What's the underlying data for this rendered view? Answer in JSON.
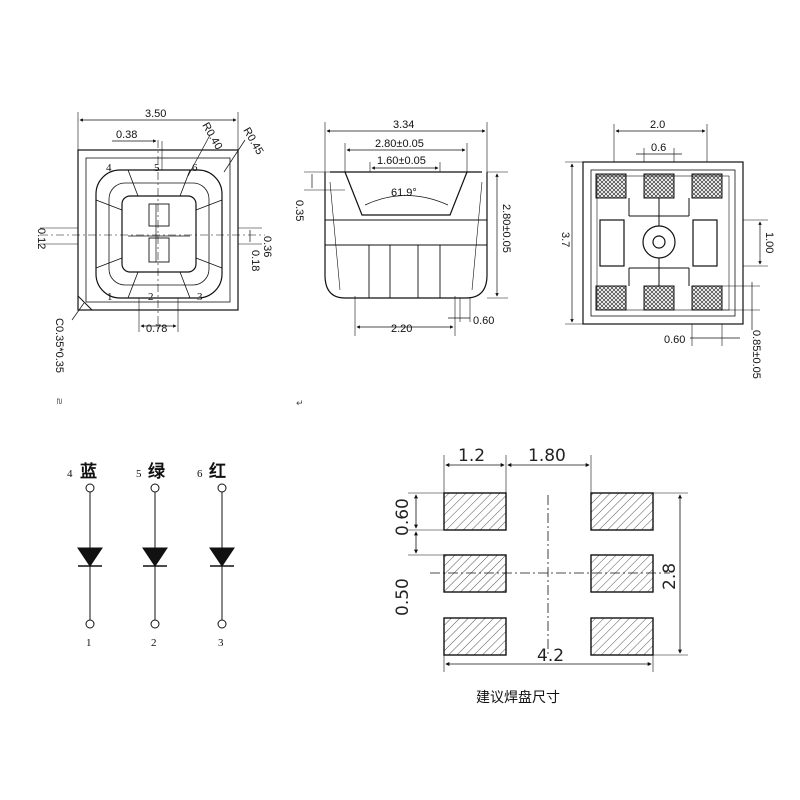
{
  "top_view": {
    "width": "3.50",
    "notch": "0.38",
    "radius_a": "R0.40",
    "radius_b": "R0.45",
    "left_offset": "0.12",
    "right_a": "0.18",
    "right_b": "0.36",
    "bottom": "0.78",
    "chamfer": "C0.35*0.35",
    "chamfer_suffix": "ㄹ",
    "pins": [
      "1",
      "2",
      "3",
      "4",
      "5",
      "6"
    ],
    "carriage_mark": "↵"
  },
  "side_view": {
    "width_total": "3.34",
    "width_mid": "2.80±0.05",
    "width_top": "1.60±0.05",
    "angle": "61.9°",
    "height_step": "0.35",
    "height": "2.80±0.05",
    "pad_pitch": "2.20",
    "pad_width": "0.60"
  },
  "bottom_view": {
    "pitch": "2.0",
    "pad_w": "0.6",
    "height": "3.7",
    "gap": "1.00",
    "pad_w2": "0.60",
    "pad_h": "0.85±0.05"
  },
  "schematic": {
    "leds": [
      {
        "pin_top": "4",
        "name": "蓝",
        "pin_bottom": "1"
      },
      {
        "pin_top": "5",
        "name": "绿",
        "pin_bottom": "2"
      },
      {
        "pin_top": "6",
        "name": "红",
        "pin_bottom": "3"
      }
    ]
  },
  "footprint": {
    "pad_width": "1.2",
    "pad_gap": "1.80",
    "pad_height": "0.60",
    "pad_spacing": "0.50",
    "total_height": "2.8",
    "total_width": "4.2",
    "caption": "建议焊盘尺寸"
  }
}
